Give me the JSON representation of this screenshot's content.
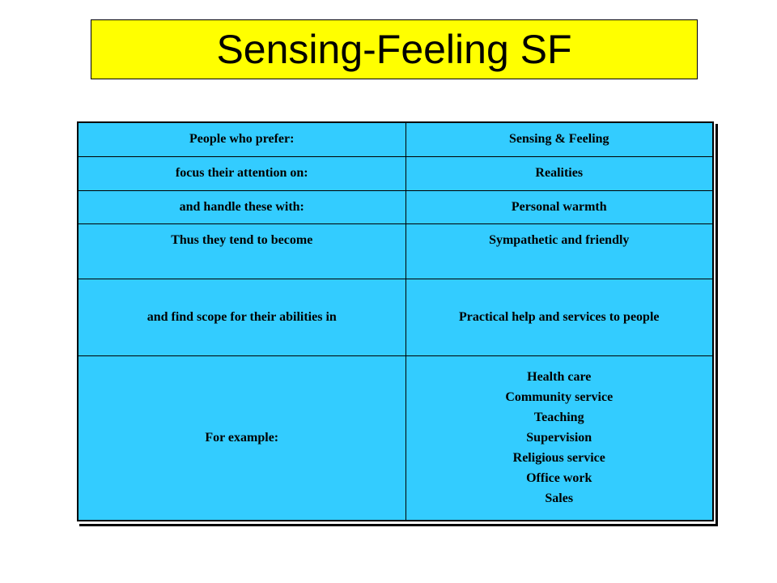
{
  "title": "Sensing-Feeling SF",
  "table": {
    "rows": [
      {
        "left": "People who prefer:",
        "right": "Sensing & Feeling"
      },
      {
        "left": "focus their attention on:",
        "right": "Realities"
      },
      {
        "left": "and handle these with:",
        "right": "Personal warmth"
      },
      {
        "left": "Thus they tend to become",
        "right": "Sympathetic and friendly"
      },
      {
        "left": "and find scope for their abilities in",
        "right": "Practical help and services to people"
      }
    ],
    "examples_label": "For example:",
    "examples": [
      "Health care",
      "Community service",
      "Teaching",
      "Supervision",
      "Religious service",
      "Office work",
      "Sales"
    ]
  },
  "colors": {
    "title_background": "#ffff00",
    "table_background": "#33ccff"
  }
}
